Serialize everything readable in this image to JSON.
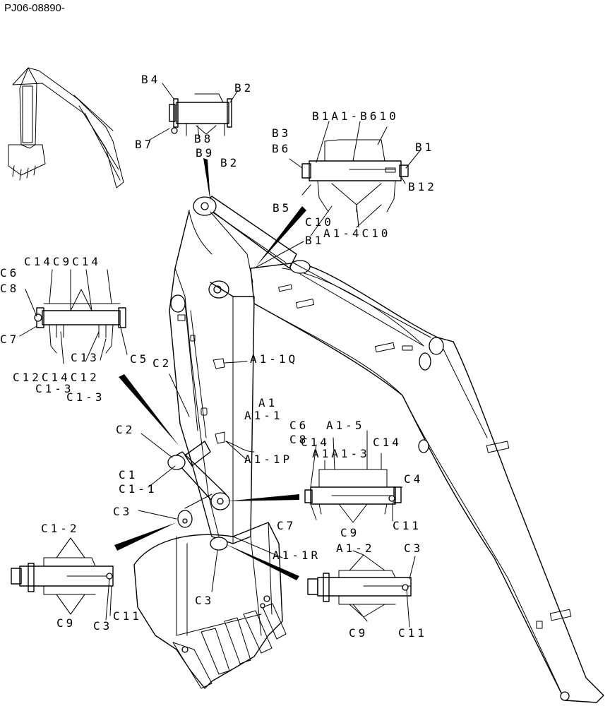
{
  "title": "PJ06-08890-",
  "labels": [
    {
      "id": "b4",
      "text": "B4"
    },
    {
      "id": "b2-top",
      "text": "B2"
    },
    {
      "id": "b7",
      "text": "B7"
    },
    {
      "id": "b8",
      "text": "B8"
    },
    {
      "id": "b9",
      "text": "B9"
    },
    {
      "id": "b2",
      "text": "B2"
    },
    {
      "id": "b1-a1-b10",
      "text": "B1A1-B610"
    },
    {
      "id": "b3",
      "text": "B3"
    },
    {
      "id": "b6",
      "text": "B6"
    },
    {
      "id": "b1-right",
      "text": "B1"
    },
    {
      "id": "b12",
      "text": "B12"
    },
    {
      "id": "b5",
      "text": "B5"
    },
    {
      "id": "c10",
      "text": "C10"
    },
    {
      "id": "a1-4-c10",
      "text": "A1-4C10"
    },
    {
      "id": "b1-mid",
      "text": "B1"
    },
    {
      "id": "c14-c9-c14",
      "text": "C14C9C14"
    },
    {
      "id": "c6-left",
      "text": "C6"
    },
    {
      "id": "c8-left",
      "text": "C8"
    },
    {
      "id": "c7-left",
      "text": "C7"
    },
    {
      "id": "c13",
      "text": "C13"
    },
    {
      "id": "c5",
      "text": "C5"
    },
    {
      "id": "c12-c14-c12",
      "text": "C12C14C12"
    },
    {
      "id": "c1-3a",
      "text": "C1-3"
    },
    {
      "id": "c1-3b",
      "text": "C1-3"
    },
    {
      "id": "c2-upper",
      "text": "C2"
    },
    {
      "id": "a1-1q",
      "text": "A1-1Q"
    },
    {
      "id": "a1",
      "text": "A1"
    },
    {
      "id": "a1-1",
      "text": "A1-1"
    },
    {
      "id": "a1-1p",
      "text": "A1-1P"
    },
    {
      "id": "c6-right",
      "text": "C6"
    },
    {
      "id": "a1-5",
      "text": "A1-5"
    },
    {
      "id": "c8-right",
      "text": "C8"
    },
    {
      "id": "c14-right-a",
      "text": "C14"
    },
    {
      "id": "a1-3",
      "text": "A1A1-3"
    },
    {
      "id": "c14-right-b",
      "text": "C14"
    },
    {
      "id": "c4",
      "text": "C4"
    },
    {
      "id": "c7-right",
      "text": "C7"
    },
    {
      "id": "c9-right",
      "text": "C9"
    },
    {
      "id": "c11-right",
      "text": "C11"
    },
    {
      "id": "c2-lower",
      "text": "C2"
    },
    {
      "id": "c1",
      "text": "C1"
    },
    {
      "id": "c1-1",
      "text": "C1-1"
    },
    {
      "id": "c3-left",
      "text": "C3"
    },
    {
      "id": "c1-2",
      "text": "C1-2"
    },
    {
      "id": "a1-1r",
      "text": "A1-1R"
    },
    {
      "id": "a1-2",
      "text": "A1-2"
    },
    {
      "id": "c3-right",
      "text": "C3"
    },
    {
      "id": "c3-center",
      "text": "C3"
    },
    {
      "id": "c9-bl",
      "text": "C9"
    },
    {
      "id": "c3-bl",
      "text": "C3"
    },
    {
      "id": "c11-bl",
      "text": "C11"
    },
    {
      "id": "c9-br",
      "text": "C9"
    },
    {
      "id": "c11-br",
      "text": "C11"
    }
  ]
}
